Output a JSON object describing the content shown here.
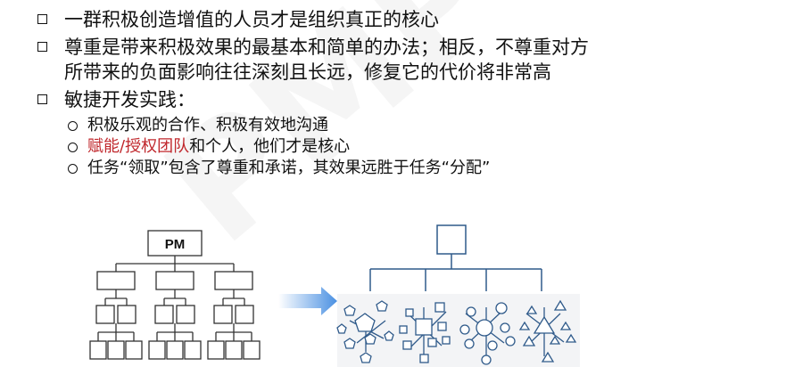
{
  "watermark": "PMP",
  "bullets": [
    {
      "lines": [
        "一群积极创造增值的人员才是组织真正的核心"
      ]
    },
    {
      "lines": [
        "尊重是带来积极效果的最基本和简单的办法；相反，不尊重对方",
        "所带来的负面影响往往深刻且长远，修复它的代价将非常高"
      ]
    },
    {
      "lines": [
        "敏捷开发实践："
      ]
    }
  ],
  "subbullets": [
    {
      "text": "积极乐观的合作、积极有效地沟通"
    },
    {
      "red": "赋能/授权团队",
      "rest": "和个人，他们才是核心"
    },
    {
      "text": "任务“领取”包含了尊重和承诺，其效果远胜于任务“分配”"
    }
  ],
  "diagram": {
    "pm_label": "PM",
    "colors": {
      "stroke": "#333333",
      "org_stroke": "#2f5a8a",
      "cluster_bg": "#f3f4f6",
      "arrow": "#4a90e2"
    }
  }
}
